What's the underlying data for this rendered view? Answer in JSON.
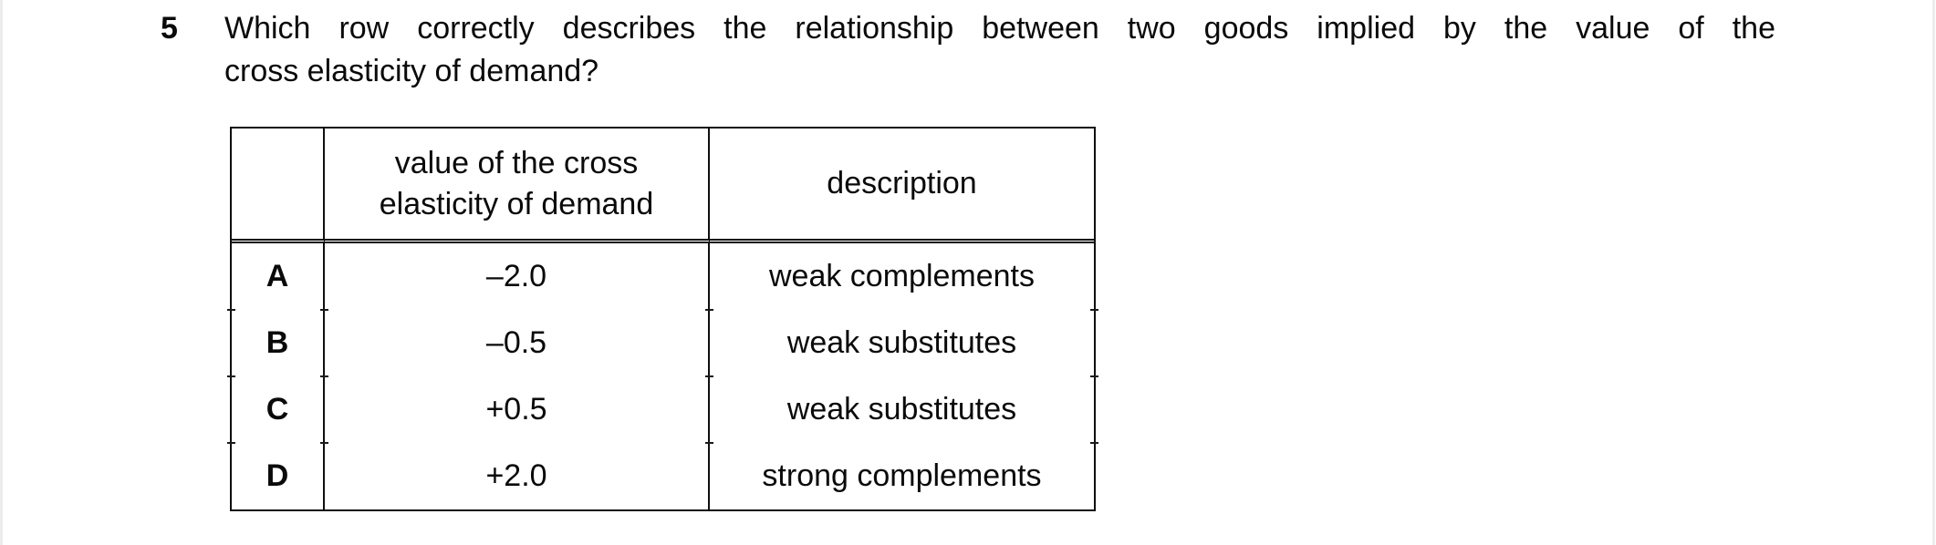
{
  "question": {
    "number": "5",
    "text_line1": "Which row correctly describes the relationship between two goods implied by the value of the",
    "text_line2": "cross elasticity of demand?"
  },
  "table": {
    "columns": {
      "label": "",
      "value": "value of the cross elasticity of demand",
      "description": "description"
    },
    "rows": [
      {
        "label": "A",
        "value": "–2.0",
        "description": "weak complements"
      },
      {
        "label": "B",
        "value": "–0.5",
        "description": "weak substitutes"
      },
      {
        "label": "C",
        "value": "+0.5",
        "description": "weak substitutes"
      },
      {
        "label": "D",
        "value": "+2.0",
        "description": "strong complements"
      }
    ]
  },
  "colors": {
    "ink": "#0a0a0a",
    "table_border": "#0f0f0f",
    "page_background": "#ffffff",
    "page_edge": "#ececec"
  }
}
